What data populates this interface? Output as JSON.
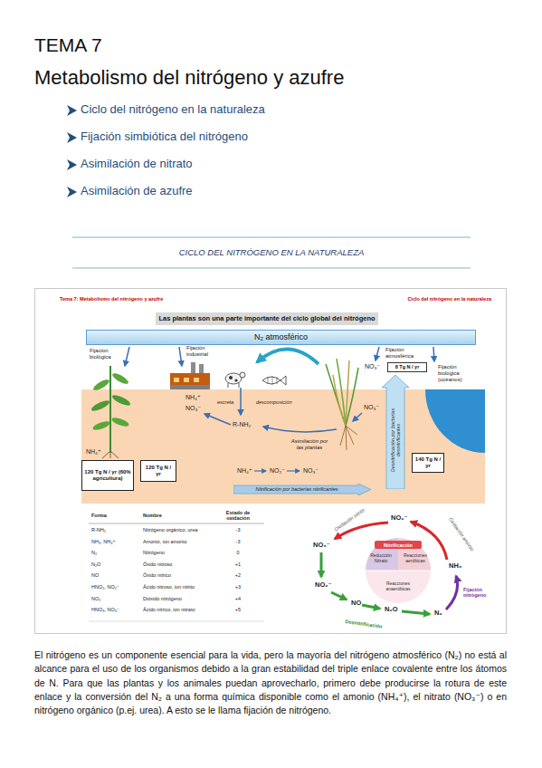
{
  "diagram": {
    "title": "TEMA 7",
    "nodes": [
      {
        "text": [
          "Tema 7: Metabolismo del nitrógeno y azufre",
          "Ciclo del nitrógeno en la naturaleza"
        ]
      },
      {
        "text": [
          "Las plantas son una parte importante del ciclo global del nitrógeno"
        ],
        "in": 0
      },
      {
        "text": [
          "N₂ atmosférico"
        ],
        "in": 0
      },
      {
        "text": [
          "8 Tg N / yr"
        ],
        "in": 0
      },
      {
        "text": [
          "Desnitrificación por bacterias desnitrificantes"
        ],
        "in": 0
      },
      {
        "text": [
          "120 Tg N / yr (60% agricultura)"
        ],
        "in": 0
      },
      {
        "text": [
          "120 Tg N / yr"
        ],
        "in": 0
      },
      {
        "text": [
          "140 Tg N / yr"
        ],
        "in": 0
      },
      {
        "text": [
          "Nitrificación por bacterias nitrificantes"
        ],
        "in": 0
      }
    ],
    "labels": [
      "Metabolismo del nitrógeno y azufre",
      "Ciclo del nitrógeno en la naturaleza",
      "Fijación simbiótica del nitrógeno",
      "Asimilación de nitrato",
      "Asimilación de azufre",
      "CICLO DEL NITRÓGENO EN LA NATURALEZA",
      "Fijación biológica",
      "Fijación industrial",
      "Fijación atmosférica",
      "NO₃⁻",
      "Fijación biológica (océanos)",
      "NH₄⁺",
      "NO₃⁻",
      "excreta",
      "descomposición",
      "R-NH₂",
      "NO₃⁻",
      "Asimilación por las plantas",
      "NH₄⁺",
      "NH₄⁺",
      "NO₂⁻",
      "NO₃⁻",
      "Forma",
      "Nombre",
      "Estado de oxidación",
      "R-NH₂",
      "Nitrógeno orgánico, urea",
      "-3",
      "NH₃, NH₄⁺",
      "Amonio, ion amonio",
      "-3",
      "N₂",
      "Nitrógeno",
      "0",
      "N₂O",
      "Óxido nitroso",
      "+1",
      "NO",
      "Óxido nítrico",
      "+2",
      "HNO₂, NO₂⁻",
      "Ácido nitroso, ion nitrito",
      "+3",
      "NO₂",
      "Dióxido nitrógeno",
      "+4",
      "HNO₃, NO₃⁻",
      "Ácido nítrico, ion nitrato",
      "+5",
      "NO₃⁻",
      "NO₂⁻",
      "NH₃",
      "N₂",
      "N₂O",
      "NO",
      "NO₂⁻",
      "Oxidación nitrito",
      "Oxidación amonio",
      "Fijación nitrógeno",
      "Desnitrificación",
      "Nitrificación",
      "Reducción Nitrato",
      "Reacciones aeróbicas",
      "Reacciones anaeróbicas",
      "El nitrógeno es un componente esencial para la vida, pero la mayoría del nitrógeno atmosférico (N₂) no está al alcance para el uso de los organismos debido a la gran estabilidad del triple enlace covalente entre los átomos de N. Para que las plantas y los animales puedan aprovecharlo, primero debe producirse la rotura de este enlace y la conversión del N₂ a una forma química disponible como el amonio (NH₄⁺), el nitrato (NO₃⁻) o en nitrógeno orgánico (p.ej. urea). A esto se le llama fijación de nitrógeno."
    ]
  }
}
